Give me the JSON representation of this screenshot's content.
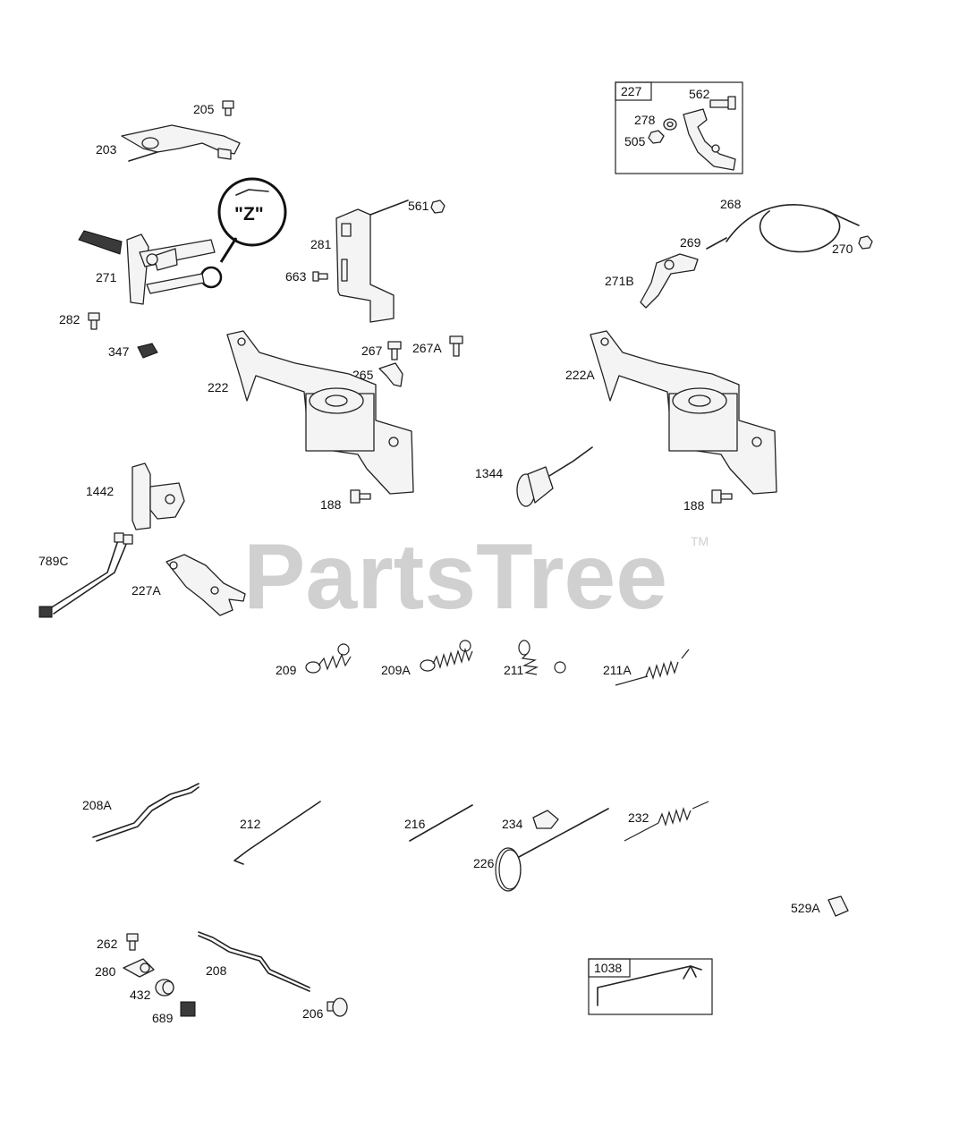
{
  "watermark": {
    "text": "PartsTree",
    "trademark": "TM"
  },
  "callout": {
    "letter": "\"Z\""
  },
  "labels": {
    "p205": "205",
    "p203": "203",
    "p227": "227",
    "p562": "562",
    "p278": "278",
    "p505": "505",
    "p561": "561",
    "p281": "281",
    "p663": "663",
    "p271": "271",
    "p282": "282",
    "p268": "268",
    "p269": "269",
    "p270": "270",
    "p271B": "271B",
    "p347": "347",
    "p267": "267",
    "p267A": "267A",
    "p265": "265",
    "p222": "222",
    "p222A": "222A",
    "p1344": "1344",
    "p1442": "1442",
    "p188a": "188",
    "p188b": "188",
    "p789C": "789C",
    "p227A": "227A",
    "p209": "209",
    "p209A": "209A",
    "p211": "211",
    "p211A": "211A",
    "p208A": "208A",
    "p212": "212",
    "p216": "216",
    "p234": "234",
    "p232": "232",
    "p226": "226",
    "p529A": "529A",
    "p262": "262",
    "p280": "280",
    "p208": "208",
    "p432": "432",
    "p689": "689",
    "p206": "206",
    "p1038": "1038"
  }
}
